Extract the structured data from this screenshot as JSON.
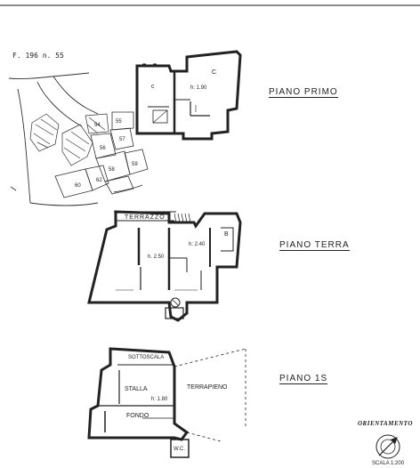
{
  "sheet_ref": "F. 196  n. 55",
  "plans": {
    "primo": {
      "title": "PIANO PRIMO",
      "room_a": "c",
      "room_b": "C",
      "height": "h: 1.90"
    },
    "terra": {
      "title": "PIANO TERRA",
      "terrazzo": "TERRAZZO",
      "height_left": "h. 2.50",
      "height_right": "h: 2.40",
      "room_b": "B"
    },
    "s1": {
      "title": "PIANO 1S",
      "sottoscala": "SOTTOSCALA",
      "stalla": "STALLA",
      "height": "h: 1.80",
      "fondo": "FONDO",
      "terrapieno": "TERRAPIENO",
      "wc": "W.C."
    }
  },
  "orientation": {
    "label": "ORIENTAMENTO",
    "scale": "SCALA 1:200"
  },
  "parcels": [
    "54",
    "55",
    "56",
    "57",
    "58",
    "59",
    "60",
    "62"
  ]
}
